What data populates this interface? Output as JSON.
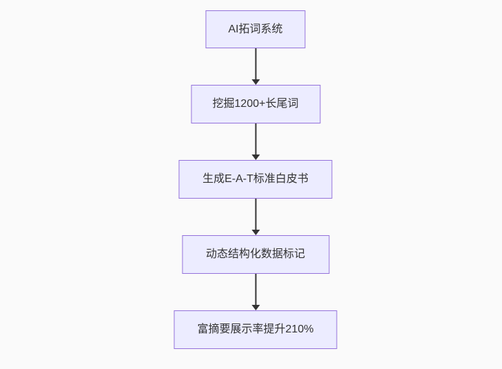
{
  "diagram": {
    "type": "flowchart-top-down",
    "colors": {
      "background": "#fafafa",
      "node_fill": "#ECECFF",
      "node_border": "#9370DB",
      "node_text": "#333333",
      "arrow": "#333333"
    },
    "nodes": [
      {
        "label": "AI拓词系统"
      },
      {
        "label": "挖掘1200+长尾词"
      },
      {
        "label": "生成E-A-T标准白皮书"
      },
      {
        "label": "动态结构化数据标记"
      },
      {
        "label": "富摘要展示率提升210%"
      }
    ],
    "edges": [
      {
        "from": 0,
        "to": 1
      },
      {
        "from": 1,
        "to": 2
      },
      {
        "from": 2,
        "to": 3
      },
      {
        "from": 3,
        "to": 4
      }
    ]
  }
}
